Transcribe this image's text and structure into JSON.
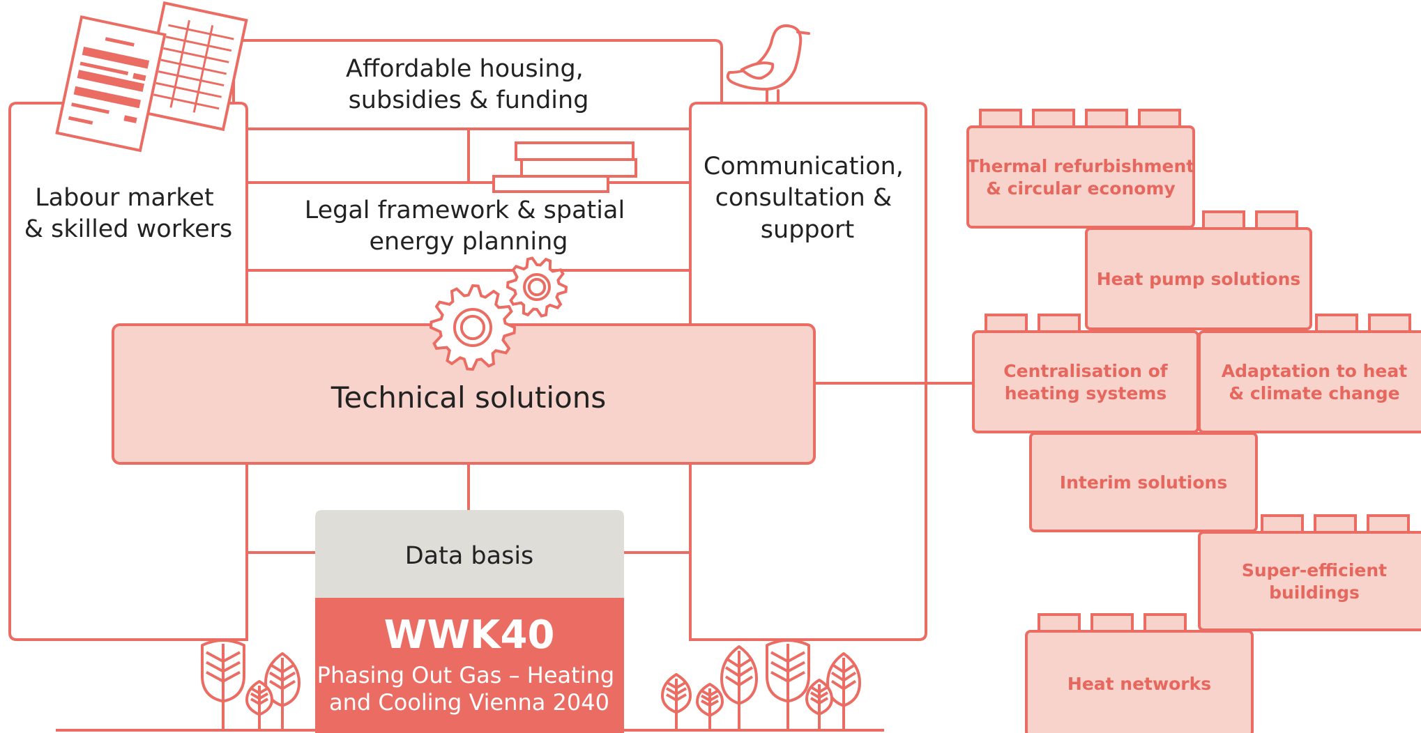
{
  "colors": {
    "accent": "#ea6c63",
    "fill_light": "#f8d3cc",
    "data_basis_fill": "#deddd8",
    "brick_text": "#e6675d",
    "text": "#222222",
    "white": "#ffffff"
  },
  "pillars": {
    "labour_market": [
      "Labour market",
      "& skilled workers"
    ],
    "housing": [
      "Affordable housing,",
      "subsidies & funding"
    ],
    "legal": [
      "Legal framework & spatial",
      "energy planning"
    ],
    "communication": [
      "Communication,",
      "consultation &",
      "support"
    ]
  },
  "technical_solutions": "Technical solutions",
  "data_basis": "Data basis",
  "program": {
    "name": "WWK40",
    "subtitle": [
      "Phasing Out Gas – Heating",
      "and Cooling Vienna 2040"
    ]
  },
  "bricks": {
    "thermal": [
      "Thermal refurbishment",
      "& circular economy"
    ],
    "heat_pump": [
      "Heat pump solutions"
    ],
    "centralisation": [
      "Centralisation of",
      "heating systems"
    ],
    "adaptation": [
      "Adaptation to heat",
      "& climate change"
    ],
    "interim": [
      "Interim solutions"
    ],
    "super_efficient": [
      "Super-efficient",
      "buildings"
    ],
    "heat_networks": [
      "Heat networks"
    ]
  },
  "icons": [
    "documents-icon",
    "bird-icon",
    "books-icon",
    "gears-icon",
    "tree-icon",
    "brick-icon"
  ]
}
